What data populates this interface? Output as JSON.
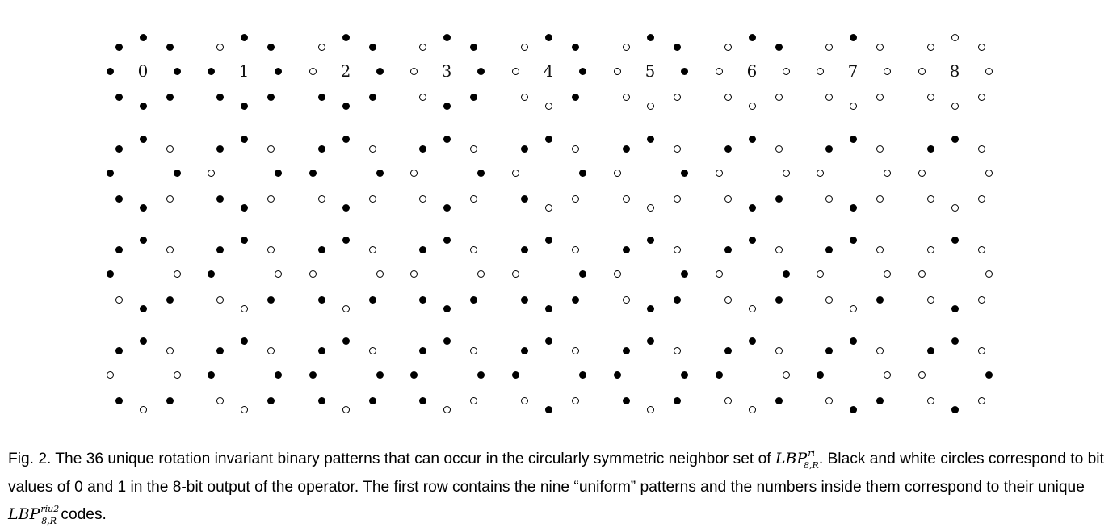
{
  "figure": {
    "rows": [
      [
        "11111111",
        "11111110",
        "11111100",
        "11111000",
        "11110000",
        "11100000",
        "11000000",
        "10000000",
        "00000000"
      ],
      [
        "10101111",
        "10101101",
        "10101011",
        "10101001",
        "10100101",
        "10100001",
        "10011001",
        "10001001",
        "10000001"
      ],
      [
        "10011011",
        "10010011",
        "10010101",
        "10011101",
        "10111101",
        "10111001",
        "10110001",
        "10010001",
        "10001000"
      ],
      [
        "10010101",
        "10110011",
        "10110111",
        "10100111",
        "10101011",
        "10110111",
        "10010011",
        "10011011",
        "10101001"
      ]
    ],
    "uniform_codes": [
      "0",
      "1",
      "2",
      "3",
      "4",
      "5",
      "6",
      "7",
      "8"
    ]
  },
  "caption": {
    "prefix": "Fig. 2. The 36 unique rotation invariant binary patterns that can occur in the circularly symmetric neighbor set of ",
    "lbp_ri": {
      "base": "LBP",
      "sup": "ri",
      "sub": "8,R"
    },
    "middle": ". Black and white circles correspond to bit values of 0 and 1 in the 8-bit output of the operator. The first row contains the nine “uniform” patterns and the numbers inside them correspond to their unique ",
    "lbp_riu2": {
      "base": "LBP",
      "sup": "riu2",
      "sub": "8,R"
    },
    "suffix": " codes."
  }
}
